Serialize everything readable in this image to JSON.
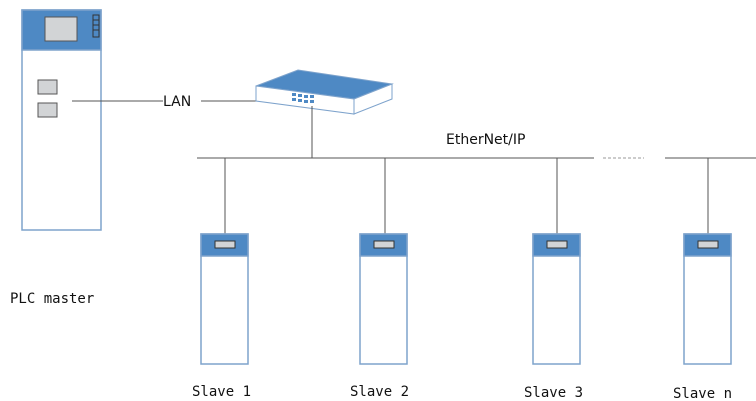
{
  "colors": {
    "device_blue": "#4e89c4",
    "device_border": "#7ea3cc",
    "device_body": "#ffffff",
    "screen_gray": "#d2d4d6",
    "switch_top": "#4e89c4",
    "line": "#555555",
    "dashed_line": "#9a9a9a"
  },
  "labels": {
    "lan": "LAN",
    "bus": "EtherNet/IP",
    "plc": "PLC master"
  },
  "slaves": [
    {
      "label": "Slave 1"
    },
    {
      "label": "Slave 2"
    },
    {
      "label": "Slave 3"
    },
    {
      "label": "Slave n"
    }
  ],
  "icons": {
    "plc": "plc-device-icon",
    "switch": "network-switch-icon",
    "slave": "slave-device-icon"
  }
}
